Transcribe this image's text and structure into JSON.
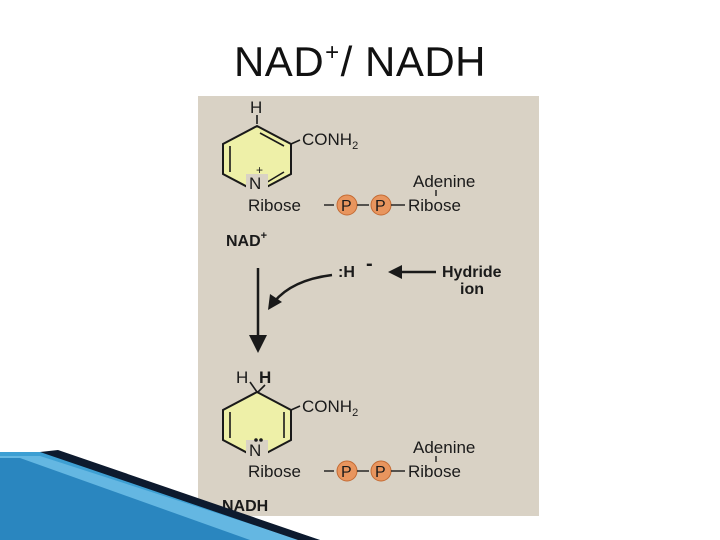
{
  "slide": {
    "title_main": "NAD",
    "title_sup": "+",
    "title_rest": "/ NADH"
  },
  "nad_plus": {
    "ring_h": "H",
    "ring_plus": "+",
    "ring_n": "N",
    "amide": "CONH",
    "amide_sub": "2",
    "adenine": "Adenine",
    "ribose_left": "Ribose",
    "phosphate_1": "P",
    "phosphate_2": "P",
    "ribose_right": "Ribose",
    "label": "NAD",
    "label_sup": "+"
  },
  "reaction": {
    "hydride": ":H",
    "hydride_charge": "-",
    "hydride_label_line1": "Hydride",
    "hydride_label_line2": "ion"
  },
  "nadh": {
    "ring_h1": "H",
    "ring_h2": "H",
    "ring_n": "N",
    "amide": "CONH",
    "amide_sub": "2",
    "adenine": "Adenine",
    "ribose_left": "Ribose",
    "phosphate_1": "P",
    "phosphate_2": "P",
    "ribose_right": "Ribose",
    "label": "NADH"
  },
  "colors": {
    "panel": "#d9d2c5",
    "ring_fill": "#eef0a8",
    "phosphate_fill": "#e8955e",
    "accent_dark": "#0d1a2e",
    "accent_blue": "#3d9fd3"
  }
}
